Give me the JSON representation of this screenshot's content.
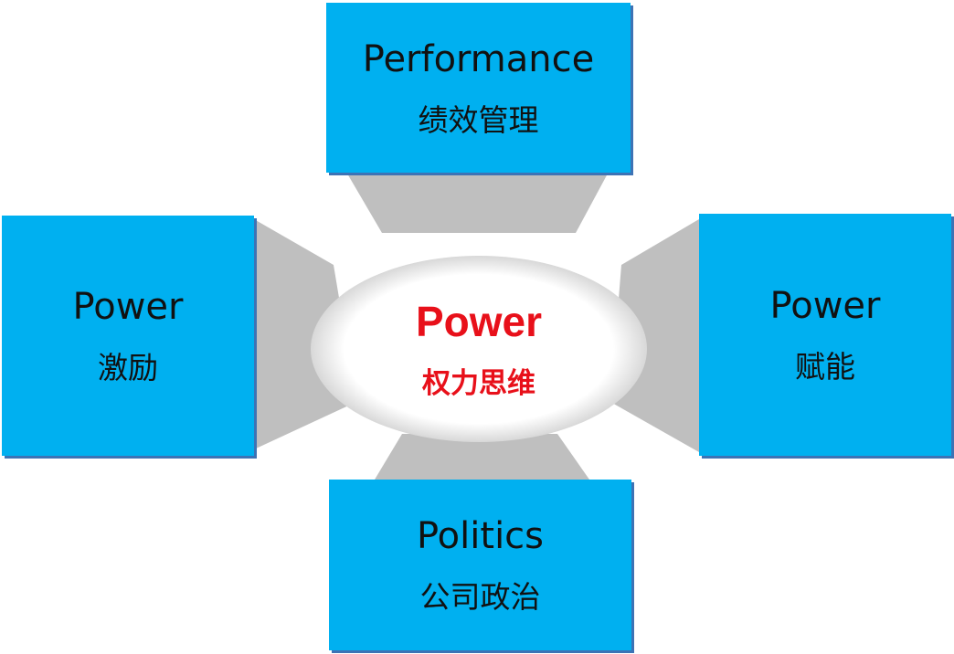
{
  "center": {
    "title": "Power",
    "subtitle": "权力思维"
  },
  "nodes": {
    "top": {
      "title": "Performance",
      "subtitle": "绩效管理"
    },
    "left": {
      "title": "Power",
      "subtitle": "激励"
    },
    "right": {
      "title": "Power",
      "subtitle": "赋能"
    },
    "bottom": {
      "title": "Politics",
      "subtitle": "公司政治"
    }
  },
  "colors": {
    "box": "#00b0f0",
    "connector": "#bfbfbf",
    "center_text": "#e8101a"
  }
}
